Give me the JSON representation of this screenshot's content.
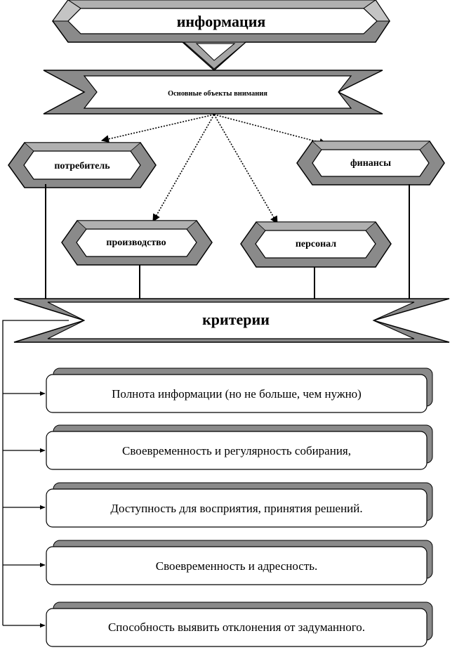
{
  "title": "информация",
  "focus_label": "Основные объекты внимания",
  "objects": {
    "consumer": "потребитель",
    "finance": "финансы",
    "production": "производство",
    "personnel": "персонал"
  },
  "criteria_label": "критерии",
  "criteria": [
    "Полнота информации  (но не больше, чем нужно)",
    "Своевременность  и регулярность  собирания,",
    "Доступность  для восприятия,  принятия решений.",
    "Своевременность  и адресность.",
    "Способность выявить отклонения  от задуманного."
  ],
  "colors": {
    "shape_fill": "#ffffff",
    "bevel_dark": "#8a8a8a",
    "bevel_light": "#c4c4c4",
    "line": "#000000"
  }
}
